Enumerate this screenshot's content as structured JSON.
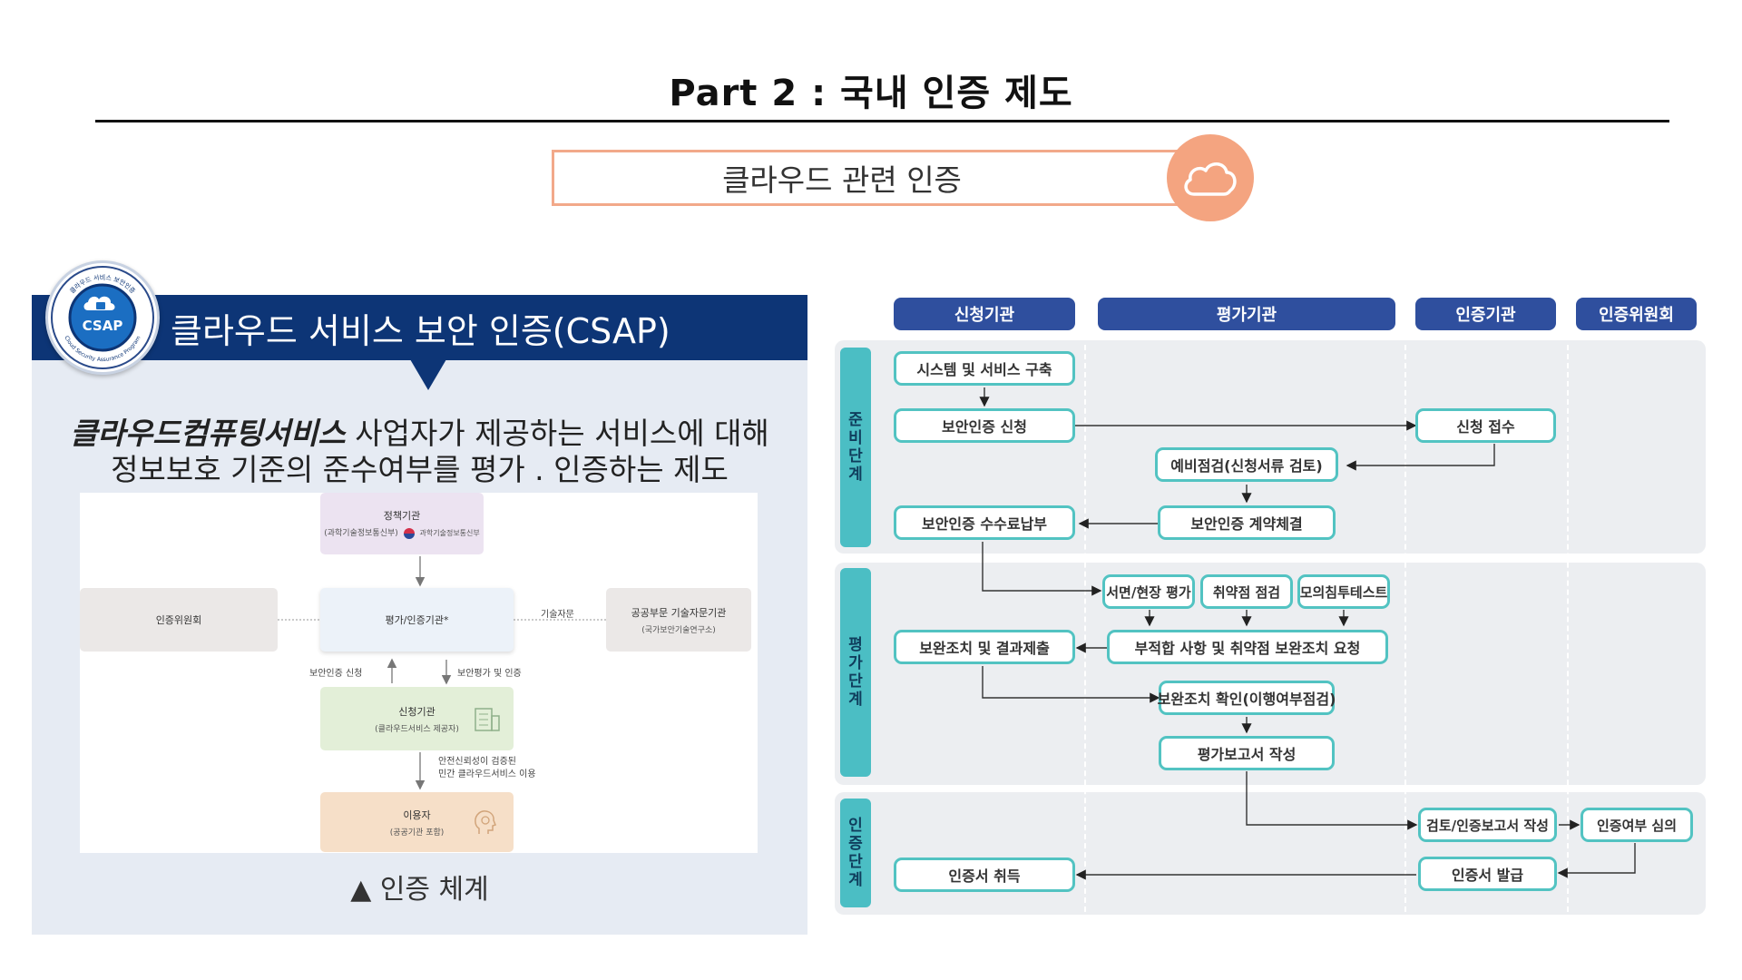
{
  "header": {
    "title": "Part 2 : 국내 인증 제도",
    "topic": "클라우드 관련 인증"
  },
  "csap": {
    "title": "클라우드 서비스 보안 인증(CSAP)",
    "badge_text": "CSAP",
    "badge_ring_top": "클라우드 서비스 보안인증",
    "badge_ring_bottom": "Cloud Security Assurance Program",
    "desc_em": "클라우드컴퓨팅서비스",
    "desc_rest": " 사업자가 제공하는 서비스에 대해",
    "desc_line2": "정보보호 기준의 준수여부를 평가 . 인증하는 제도",
    "caption": "▲ 인증 체계"
  },
  "system": {
    "policy": {
      "title": "정책기관",
      "sub": "(과학기술정보통신부)",
      "ministry": "과학기술정보통신부"
    },
    "committee": "인증위원회",
    "evaluator": "평가/인증기관*",
    "advisory_label": "기술자문",
    "public_advisor": {
      "title": "공공부문 기술자문기관",
      "sub": "(국가보안기술연구소)"
    },
    "apply_label": "보안인증 신청",
    "eval_label": "보안평가 및 인증",
    "applicant": {
      "title": "신청기관",
      "sub": "(클라우드서비스 제공자)"
    },
    "verified_label_1": "안전신뢰성이 검증된",
    "verified_label_2": "민간 클라우드서비스 이용",
    "user": {
      "title": "이용자",
      "sub": "(공공기관 포함)"
    }
  },
  "flow": {
    "columns": [
      "신청기관",
      "평가기관",
      "인증기관",
      "인증위원회"
    ],
    "phases": [
      "준비단계",
      "평가단계",
      "인증단계"
    ],
    "nodes": {
      "n1": "시스템 및 서비스 구축",
      "n2": "보안인증 신청",
      "n3": "신청 접수",
      "n4": "예비점검(신청서류 검토)",
      "n5": "보안인증 수수료납부",
      "n6": "보안인증 계약체결",
      "n7": "서면/현장 평가",
      "n8": "취약점 점검",
      "n9": "모의침투테스트",
      "n10": "보완조치 및 결과제출",
      "n11": "부적합 사항 및 취약점 보완조치 요청",
      "n12": "보완조치 확인(이행여부점검)",
      "n13": "평가보고서 작성",
      "n14": "검토/인증보고서 작성",
      "n15": "인증여부 심의",
      "n16": "인증서 취득",
      "n17": "인증서 발급"
    }
  },
  "colors": {
    "navy": "#0d3576",
    "header_blue": "#2f4f9e",
    "teal": "#52c3c2",
    "peach": "#f4a480"
  }
}
